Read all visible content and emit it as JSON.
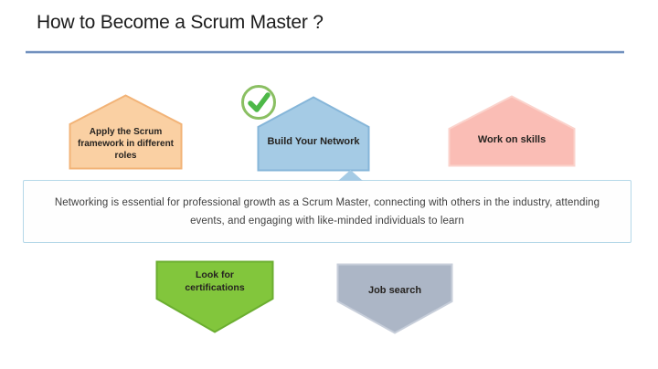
{
  "header": {
    "title": "How to Become a Scrum Master ?",
    "divider_color": "#7291be"
  },
  "checkmark_icon": {
    "name": "completed-check",
    "circle_color": "#8abf62",
    "check_color": "#4db848"
  },
  "steps": [
    {
      "label": "Apply the Scrum framework in different roles",
      "fill": "#fad0a3",
      "border": "#f2b377",
      "direction": "up"
    },
    {
      "label": "Build Your Network",
      "fill": "#a5cbe5",
      "border": "#86b6d9",
      "direction": "up"
    },
    {
      "label": "Work on skills",
      "fill": "#fabdb5",
      "border": "#fbd3cc",
      "direction": "up"
    },
    {
      "label": "Look for certifications",
      "fill": "#82c63c",
      "border": "#6bae30",
      "direction": "down"
    },
    {
      "label": "Job search",
      "fill": "#acb6c6",
      "border": "#c7ceda",
      "direction": "down"
    }
  ],
  "callout": {
    "line1": "Networking is essential for professional growth as a Scrum Master, connecting with others in the industry, attending",
    "line2": "events, and engaging with like-minded individuals to learn",
    "border_color": "#b5d8e8",
    "background": "#fefefe",
    "pointer_color": "#a5cbe5"
  }
}
